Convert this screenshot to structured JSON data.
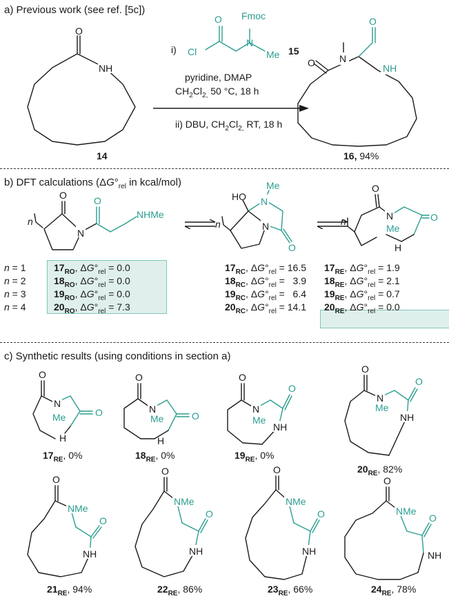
{
  "section_a": {
    "heading": "a) Previous work (see ref. [5c])",
    "reagent_step1": "i)",
    "reagent_id": "15",
    "reagent_cond1": "pyridine, DMAP",
    "reagent_cond2_pre": "CH",
    "reagent_cond2_sub": "2",
    "reagent_cond2_mid": "Cl",
    "reagent_cond2_sub2": "2,",
    "reagent_cond2_post": " 50 °C, 18 h",
    "reagent_step2_pre": "ii) DBU, CH",
    "reagent_step2_sub": "2",
    "reagent_step2_mid": "Cl",
    "reagent_step2_sub2": "2,",
    "reagent_step2_post": " RT, 18 h",
    "start_label": "14",
    "product_label": "16,",
    "product_yield": " 94%",
    "atoms": {
      "cl": "Cl",
      "fmoc": "Fmoc",
      "n": "N",
      "me": "Me",
      "o": "O",
      "nh": "NH"
    }
  },
  "section_b": {
    "heading_pre": "b) DFT calculations (Δ",
    "heading_g": "G",
    "heading_deg": "°",
    "heading_rel": "rel",
    "heading_post": " in kcal/mol)",
    "nhme": "NHMe",
    "atoms": {
      "o": "O",
      "n": "N",
      "ho": "HO",
      "me": "Me",
      "nh": "H",
      "n_italic": "n"
    },
    "rows": [
      {
        "n": "n = 1",
        "ro_id": "17",
        "ro_sub": "RO",
        "ro_val": " = 0.0",
        "rc_id": "17",
        "rc_sub": "RC",
        "rc_val": " = 16.5",
        "re_id": "17",
        "re_sub": "RE",
        "re_val": " = 1.9"
      },
      {
        "n": "n = 2",
        "ro_id": "18",
        "ro_sub": "RO",
        "ro_val": " = 0.0",
        "rc_id": "18",
        "rc_sub": "RC",
        "rc_val": " =   3.9",
        "re_id": "18",
        "re_sub": "RE",
        "re_val": " = 2.1"
      },
      {
        "n": "n = 3",
        "ro_id": "19",
        "ro_sub": "RO",
        "ro_val": " = 0.0",
        "rc_id": "19",
        "rc_sub": "RC",
        "rc_val": " =   6.4",
        "re_id": "19",
        "re_sub": "RE",
        "re_val": " = 0.7"
      },
      {
        "n": "n = 4",
        "ro_id": "20",
        "ro_sub": "RO",
        "ro_val": " = 7.3",
        "rc_id": "20",
        "rc_sub": "RC",
        "rc_val": " = 14.1",
        "re_id": "20",
        "re_sub": "RE",
        "re_val": " = 0.0"
      }
    ]
  },
  "section_c": {
    "heading": "c) Synthetic results (using conditions in section a)",
    "atoms": {
      "o": "O",
      "n": "N",
      "me": "Me",
      "h": "H",
      "nh": "NH",
      "nme": "NMe"
    },
    "compounds": [
      {
        "id": "17",
        "sub": "RE",
        "yield": ", 0%"
      },
      {
        "id": "18",
        "sub": "RE",
        "yield": ", 0%"
      },
      {
        "id": "19",
        "sub": "RE",
        "yield": ", 0%"
      },
      {
        "id": "20",
        "sub": "RE",
        "yield": ", 82%"
      },
      {
        "id": "21",
        "sub": "RE",
        "yield": ", 94%"
      },
      {
        "id": "22",
        "sub": "RE",
        "yield": ", 86%"
      },
      {
        "id": "23",
        "sub": "RE",
        "yield": ", 66%"
      },
      {
        "id": "24",
        "sub": "RE",
        "yield": ", 78%"
      }
    ]
  },
  "colors": {
    "teal": "#2a9d8f",
    "highlight": "#dff0ec",
    "highlight_border": "#7fc4b8"
  }
}
